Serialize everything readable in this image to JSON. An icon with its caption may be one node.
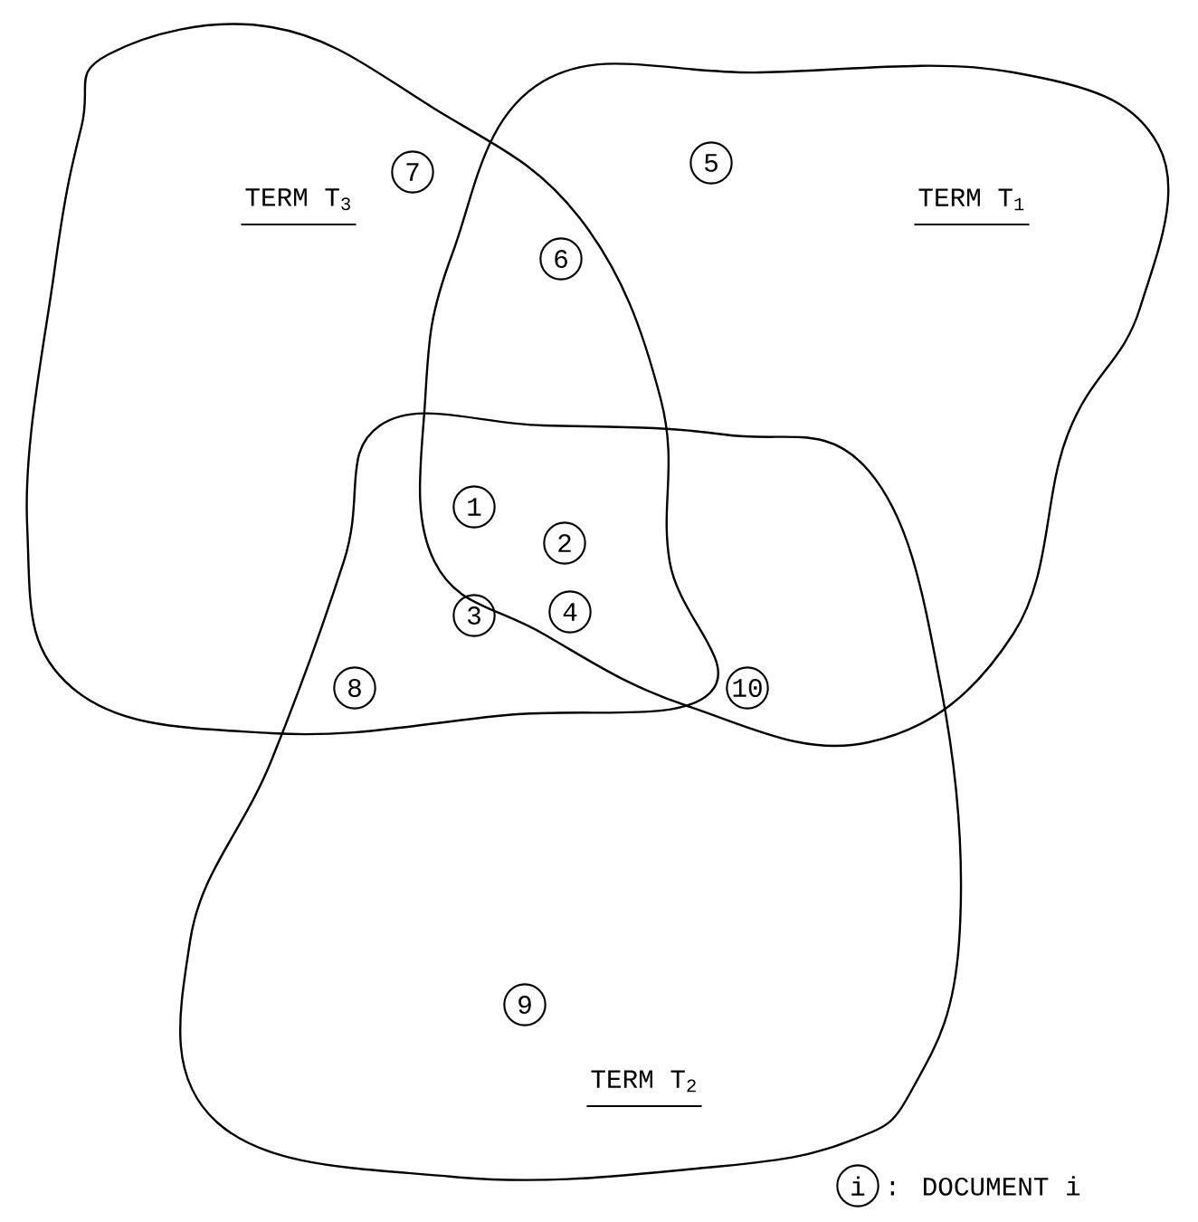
{
  "diagram": {
    "nodes": [
      {
        "text": [
          "TERM T$_{3}$"
        ]
      },
      {
        "text": [
          "TERM T$_{1}$"
        ]
      },
      {
        "text": [
          "TERM T$_{2}$"
        ]
      },
      {
        "text": [
          "7"
        ],
        "in": 0
      },
      {
        "text": [
          "5"
        ],
        "in": 1
      },
      {
        "text": [
          "6"
        ]
      },
      {
        "text": [
          "1"
        ]
      },
      {
        "text": [
          "2"
        ]
      },
      {
        "text": [
          "3"
        ]
      },
      {
        "text": [
          "4"
        ]
      },
      {
        "text": [
          "8"
        ]
      },
      {
        "text": [
          "10"
        ]
      },
      {
        "text": [
          "9"
        ],
        "in": 2
      },
      {
        "text": [
          "i"
        ],
        "beside": [
          ": DOCUMENT i"
        ]
      }
    ],
    "edges": []
  }
}
